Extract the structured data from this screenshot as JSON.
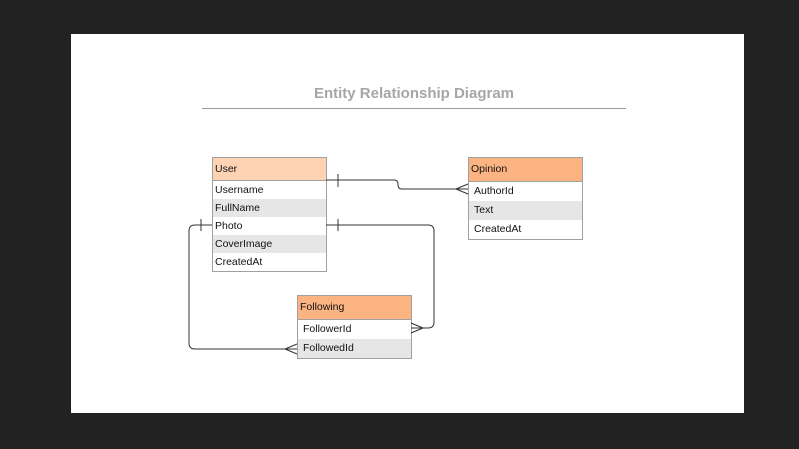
{
  "diagram": {
    "title": "Entity Relationship Diagram",
    "entities": {
      "user": {
        "name": "User",
        "fields": [
          "Username",
          "FullName",
          "Photo",
          "CoverImage",
          "CreatedAt"
        ]
      },
      "opinion": {
        "name": "Opinion",
        "fields": [
          "AuthorId",
          "Text",
          "CreatedAt"
        ]
      },
      "following": {
        "name": "Following",
        "fields": [
          "FollowerId",
          "FollowedId"
        ]
      }
    },
    "relationships": [
      {
        "from": "User",
        "to": "Opinion.AuthorId",
        "type": "one-to-many"
      },
      {
        "from": "User",
        "to": "Following.FollowerId",
        "type": "one-to-many"
      },
      {
        "from": "User",
        "to": "Following.FollowedId",
        "type": "one-to-many"
      }
    ]
  },
  "colors": {
    "page_background": "#222222",
    "canvas": "#ffffff",
    "user_header": "#fdd3b4",
    "entity_header": "#fbb382",
    "alt_row": "#e6e6e6",
    "connector": "#333333"
  }
}
